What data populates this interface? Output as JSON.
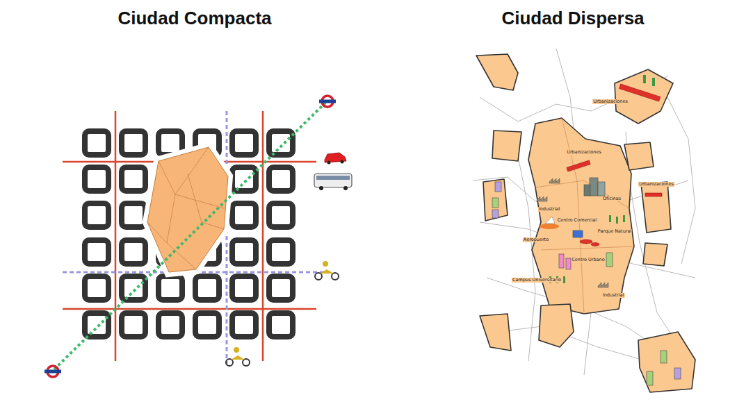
{
  "diagram": {
    "labels": [
      "Ciudad Compacta",
      "Ciudad Dispersa",
      "Urbanizaciones",
      "Urbanizaciones",
      "Urbanizaciones",
      "Industrial",
      "Oficinas",
      "Centro Comercial",
      "Parque Natural",
      "Aeropuerto",
      "Centro Urbano",
      "Campus Universitario",
      "Industrial"
    ]
  }
}
